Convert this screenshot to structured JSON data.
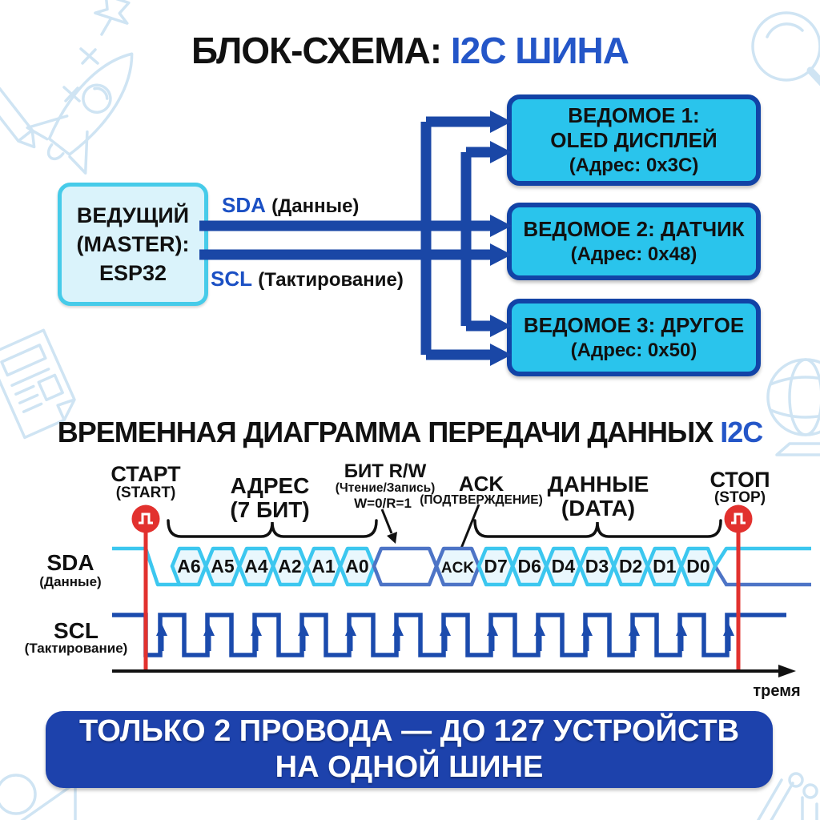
{
  "title": {
    "black_part": "БЛОК-СХЕМА:",
    "blue_part": "I2C ШИНА"
  },
  "block_diagram": {
    "master": {
      "line1": "ВЕДУЩИЙ",
      "line2": "(MASTER):",
      "line3": "ESP32"
    },
    "bus": {
      "sda_name": "SDA",
      "sda_desc": "(Данные)",
      "scl_name": "SCL",
      "scl_desc": "(Тактирование)"
    },
    "slaves": [
      {
        "title": "ВЕДОМОЕ 1:",
        "subtitle": "OLED ДИСПЛЕЙ",
        "address": "(Адрес: 0x3C)"
      },
      {
        "title": "ВЕДОМОЕ 2: ДАТЧИК",
        "subtitle": "",
        "address": "(Адрес: 0x48)"
      },
      {
        "title": "ВЕДОМОЕ 3: ДРУГОЕ",
        "subtitle": "",
        "address": "(Адрес: 0x50)"
      }
    ]
  },
  "timing": {
    "section_title_black": "ВРЕМЕННАЯ ДИАГРАММА ПЕРЕДАЧИ ДАННЫХ",
    "section_title_blue": "I2C",
    "annotations": {
      "start": {
        "label": "СТАРТ",
        "sub": "(START)",
        "icon": "pulse-icon"
      },
      "address": {
        "label": "АДРЕС",
        "sub": "(7 БИТ)"
      },
      "rw": {
        "label": "БИТ R/W",
        "sub1": "(Чтение/Запись)",
        "sub2": "W=0/R=1"
      },
      "ack": {
        "label": "ACK",
        "sub": "(ПОДТВЕРЖДЕНИЕ)"
      },
      "data": {
        "label": "ДАННЫЕ",
        "sub": "(DATA)"
      },
      "stop": {
        "label": "СТОП",
        "sub": "(STOP)",
        "icon": "pulse-icon"
      }
    },
    "sda": {
      "label": "SDA",
      "sub": "(Данные)",
      "address_bits": [
        "A6",
        "A5",
        "A4",
        "A2",
        "A1",
        "A0"
      ],
      "rw_bit": "",
      "ack_bit": "ACK",
      "data_bits": [
        "D7",
        "D6",
        "D4",
        "D3",
        "D2",
        "D1",
        "D0"
      ]
    },
    "scl": {
      "label": "SCL",
      "sub": "(Тактирование)"
    },
    "time_axis_label": "тремя"
  },
  "banner": {
    "line1": "ТОЛЬКО 2 ПРОВОДА — ДО 127 УСТРОЙСТВ",
    "line2": "НА ОДНОЙ ШИНЕ"
  },
  "background_doodles": [
    "rocket-doodle",
    "pushpin-doodle",
    "sparkle-doodle",
    "pencil-doodle",
    "magnifier-doodle",
    "newspaper-doodle",
    "globe-doodle",
    "geometry-doodle",
    "tools-doodle"
  ],
  "colors": {
    "accent_blue_text": "#2456c8",
    "slave_fill": "#2ac4ec",
    "slave_border": "#1243a6",
    "master_fill": "#daf3fb",
    "master_border": "#46cbe9",
    "bus_line": "#1a47a6",
    "wave_cyan": "#3cc7ef",
    "wave_steel": "#4d74c6",
    "scl_blue": "#1b4bad",
    "cell_fill": "#e9f7fd",
    "red_marker": "#e2312e",
    "banner_bg": "#1d42ac",
    "doodle": "#cfe4f3"
  }
}
